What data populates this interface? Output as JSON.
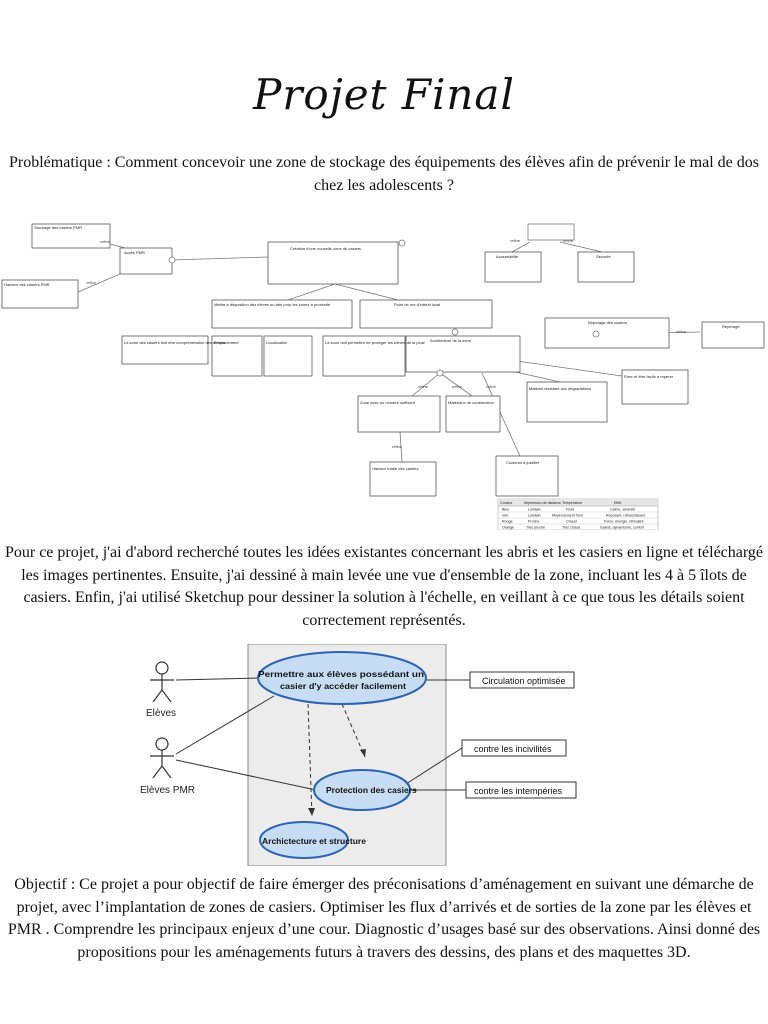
{
  "title": "Projet Final",
  "problematique": "Problématique : Comment concevoir une zone de stockage des équipements des élèves afin de prévenir le mal de dos chez les adolescents  ?",
  "requirements_diagram": {
    "blocks": {
      "stockage_pmr": "Stockage des casiers PMR",
      "acces_pmr": "Accès PMR",
      "hauteur_pmr": "Hauteur des casiers PMR",
      "creation_zone": "Création d'une nouvelle zone de casiers",
      "eviter_deplacement": "Mettre à disposition des élèves un abri pour les zones à proximité",
      "point_de_rue": "Point de rue d'intérêt local",
      "accessibilite": "Accessibilité",
      "securite": "Sécurité",
      "reperage": "Repérage des casiers",
      "reperage_small": "Repérage",
      "zone_comprise": "La zone des casiers doit être compréhensible des élèves",
      "emplacement": "Emplacement",
      "localisation": "Localisation",
      "abri_pluie": "La zone doit permettre de protéger les élèves de la pluie",
      "architecture": "Architecture de la zone",
      "fixe_visible": "Fixer et être facile à repérer",
      "zone_confort": "Zone avec un nombre suffisant",
      "materiaux": "Matériaux de construction",
      "materiel_resistant": "Matériel résistant aux dégradations",
      "couleurs": "Couleurs à justifier",
      "hauteur_totale": "Hauteur totale des casiers"
    },
    "relation_labels": [
      "refine",
      "refine",
      "refine",
      "refine",
      "refine",
      "refine",
      "refine",
      "refine",
      "refine"
    ],
    "table": {
      "headers": [
        "Couleur",
        "Impression de distance",
        "Température",
        "Effet"
      ],
      "rows": [
        [
          "Bleu",
          "Lointain",
          "Froid",
          "Calme, sérénité"
        ],
        [
          "Vert",
          "Lointain",
          "Moyennement froid",
          "Reposant, rafraîchissant"
        ],
        [
          "Rouge",
          "Proche",
          "Chaud",
          "Force, énergie, stimulant"
        ],
        [
          "Orange",
          "Très proche",
          "Très chaud",
          "Gaieté, dynamisme, confort"
        ]
      ]
    }
  },
  "method_text": "Pour ce projet, j'ai d'abord recherché toutes les idées existantes concernant les abris et les casiers en ligne et téléchargé les images pertinentes. Ensuite, j'ai dessiné à main levée une vue d'ensemble de la zone, incluant les 4 à 5 îlots de casiers. Enfin, j'ai utilisé Sketchup  pour dessiner la solution à l'échelle, en veillant à ce que tous les détails soient correctement représentés.",
  "use_case_diagram": {
    "actors": [
      "Elèves",
      "Elèves PMR"
    ],
    "use_cases": [
      "Permettre aux élèves possédant un casier d'y accéder facilement",
      "Protection des casiers",
      "Archictecture et structure"
    ],
    "notes": [
      "Circulation optimisée",
      "contre les incivilités",
      "contre les intempéries"
    ]
  },
  "objectif_text": "Objectif : Ce projet a pour objectif de faire émerger des préconisations d’aménagement en suivant une démarche de projet, avec l’implantation de zones de casiers. Optimiser les flux d’arrivés et de sorties de la zone par les élèves et PMR . Comprendre les principaux enjeux d’une cour.  Diagnostic d’usages basé sur des observations. Ainsi donné des propositions pour les aménagements futurs à travers des dessins, des plans et des maquettes 3D.",
  "colors": {
    "ellipse_fill": "#c6ddf5",
    "ellipse_stroke": "#2d62b5",
    "system_fill": "#ececec",
    "block_stroke": "#555555"
  }
}
